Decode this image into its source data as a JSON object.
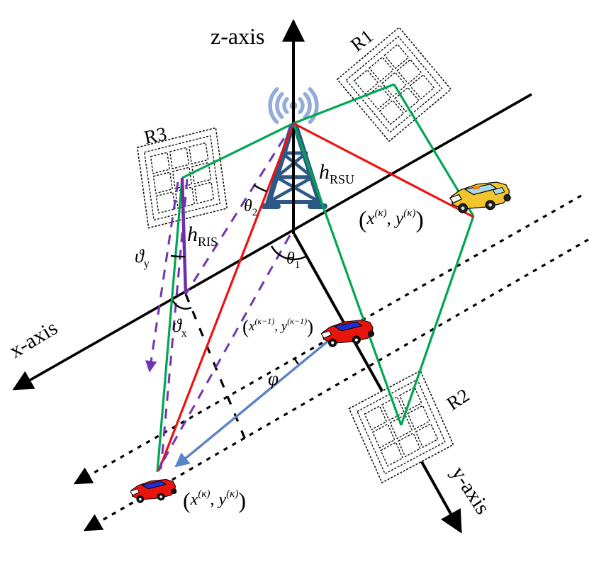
{
  "figure": {
    "axes": {
      "z": "z-axis",
      "x": "x-axis",
      "y": "y-axis"
    },
    "ris_panels": {
      "r1": "R1",
      "r2": "R2",
      "r3": "R3"
    },
    "links": {
      "h_rsu": {
        "base": "h",
        "sub": "RSU"
      },
      "h_ris": {
        "base": "h",
        "sub": "RIS"
      }
    },
    "angles": {
      "theta1": {
        "base": "θ",
        "sub": "1"
      },
      "theta2": {
        "base": "θ",
        "sub": "2"
      },
      "vartheta_x": {
        "base": "ϑ",
        "sub": "x"
      },
      "vartheta_y": {
        "base": "ϑ",
        "sub": "y"
      },
      "phi": "φ"
    },
    "coords": {
      "taxi": {
        "open": "(",
        "x": "x",
        "x_sup": "(κ)",
        "comma": ", ",
        "y": "y",
        "y_sup": "(κ)",
        "close": ")"
      },
      "car_prev": {
        "open": "(",
        "x": "x",
        "x_sup": "(κ−1)",
        "comma": ", ",
        "y": "y",
        "y_sup": "(κ−1)",
        "close": ")"
      },
      "car_curr": {
        "open": "(",
        "x": "x",
        "x_sup": "(κ)",
        "comma": ", ",
        "y": "y",
        "y_sup": "(κ)",
        "close": ")"
      }
    },
    "colors": {
      "ris_link_green": "#00a651",
      "direct_link_red": "#ee1111",
      "virtual_path_purple": "#7333b2",
      "ris_height_purple": "#6d2fa8",
      "motion_arrow_blue": "#5b83c9",
      "tower_blue": "#2d5986",
      "antenna_blue": "#93acd9",
      "taxi_yellow": "#f3c52d",
      "car_red": "#e8150d",
      "axis_black": "#000000"
    }
  }
}
